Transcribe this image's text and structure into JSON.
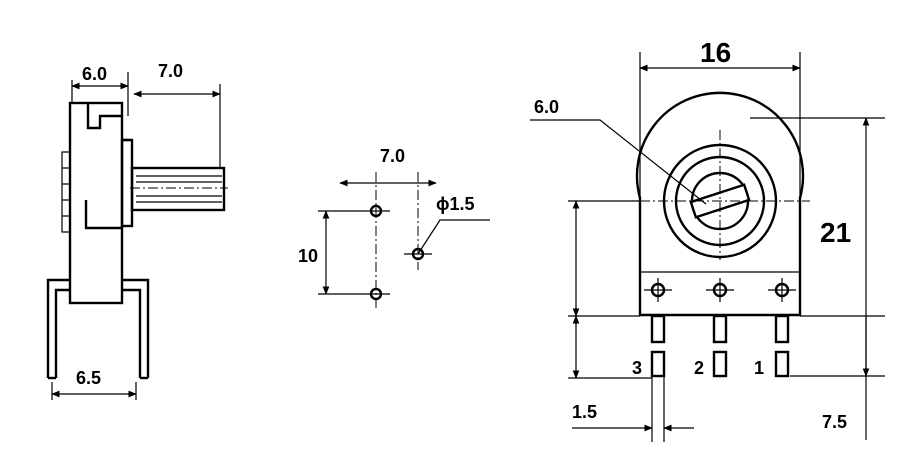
{
  "side_view": {
    "dim_top_left": "6.0",
    "dim_shaft": "7.0",
    "dim_leg_pitch": "6.5"
  },
  "pcb_layout": {
    "dim_horizontal": "7.0",
    "dim_hole": "ϕ1.5",
    "dim_vertical": "10"
  },
  "front_view": {
    "dim_width": "16",
    "dim_slot": "6.0",
    "dim_height": "21",
    "pin_labels": [
      "3",
      "2",
      "1"
    ],
    "dim_pin_width": "1.5",
    "dim_pin_length": "7.5"
  }
}
